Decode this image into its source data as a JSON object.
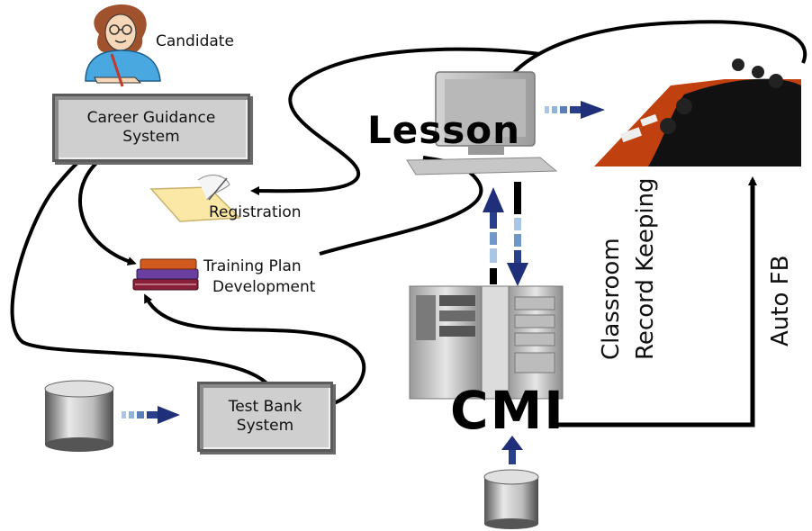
{
  "labels": {
    "candidate": "Candidate",
    "career_guidance_line1": "Career Guidance",
    "career_guidance_line2": "System",
    "registration": "Registration",
    "training_plan_line1": "Training Plan",
    "training_plan_line2": "Development",
    "test_bank_line1": "Test Bank",
    "test_bank_line2": "System",
    "lesson": "Lesson",
    "cmi": "CMI",
    "classroom_line1": "Classroom",
    "classroom_line2": "Record Keeping",
    "auto_fb": "Auto FB"
  },
  "colors": {
    "arrow_dark": "#1f2f7a",
    "arrow_light": "#8fb3d9",
    "table_orange": "#c0400f",
    "line_black": "#000000",
    "box_fill": "#cfcfcf"
  },
  "icons": {
    "candidate": "woman-writing-icon",
    "registration": "paper-quill-icon",
    "training_plan": "book-stack-icon",
    "database_left": "database-cylinder-icon",
    "database_bottom": "database-cylinder-icon",
    "lesson": "computer-monitor-icon",
    "cmi": "server-rack-icon",
    "classroom": "meeting-table-icon"
  }
}
